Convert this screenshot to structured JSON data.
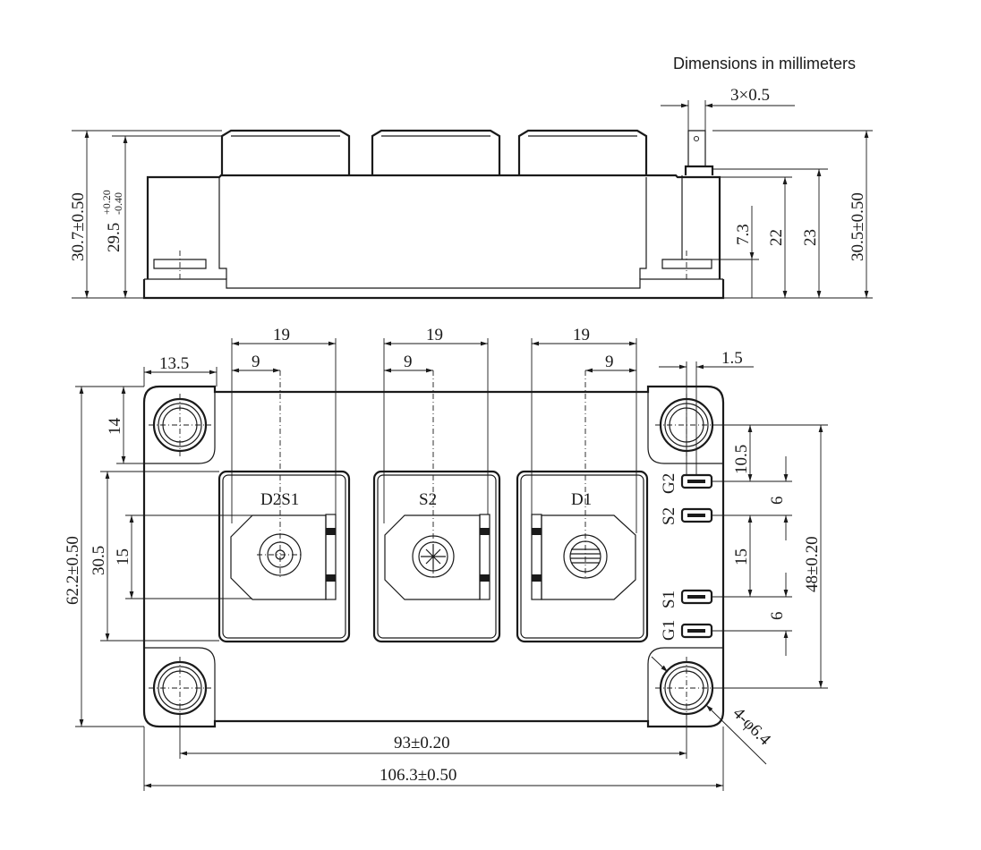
{
  "title": "Dimensions in millimeters",
  "side_view": {
    "dims": {
      "pin_width": "3×0.5",
      "total_height_left": "30.7±0.50",
      "housing_height_main": "29.5",
      "housing_tol_plus": "+0.20",
      "housing_tol_minus": "-0.40",
      "pin_step": "7.3",
      "height_22": "22",
      "height_23": "23",
      "total_height_right": "30.5±0.50"
    }
  },
  "top_view": {
    "terminal_labels": [
      "D2S1",
      "S2",
      "D1"
    ],
    "pin_labels": [
      "G2",
      "S2",
      "S1",
      "G1"
    ],
    "dims": {
      "terminal_width_1": "19",
      "terminal_width_2": "19",
      "terminal_width_3": "19",
      "terminal_offset_1": "9",
      "terminal_offset_2": "9",
      "terminal_offset_3": "9",
      "corner_13_5": "13.5",
      "pin_1_5": "1.5",
      "corner_14": "14",
      "overall_height": "62.2±0.50",
      "terminal_height": "30.5",
      "terminal_inner": "15",
      "pin_10_5": "10.5",
      "pin_6_top": "6",
      "pin_15": "15",
      "pin_6_bottom": "6",
      "hole_spacing_v": "48±0.20",
      "hole_spacing_h": "93±0.20",
      "overall_width": "106.3±0.50",
      "hole_dia": "4-φ6.4"
    }
  }
}
